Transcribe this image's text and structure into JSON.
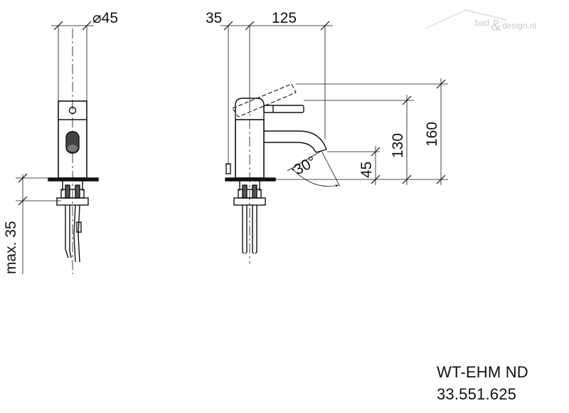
{
  "watermark": {
    "part1": "bad",
    "amp": "&",
    "part2": "design.nl"
  },
  "dimensions": {
    "diameter": "⌀45",
    "offset": "35",
    "reach": "125",
    "height_max": "160",
    "height_handle": "130",
    "spout_height": "45",
    "angle": "30°",
    "mount": "max. 35"
  },
  "product": {
    "model": "WT-EHM ND",
    "article": "33.551.625"
  }
}
